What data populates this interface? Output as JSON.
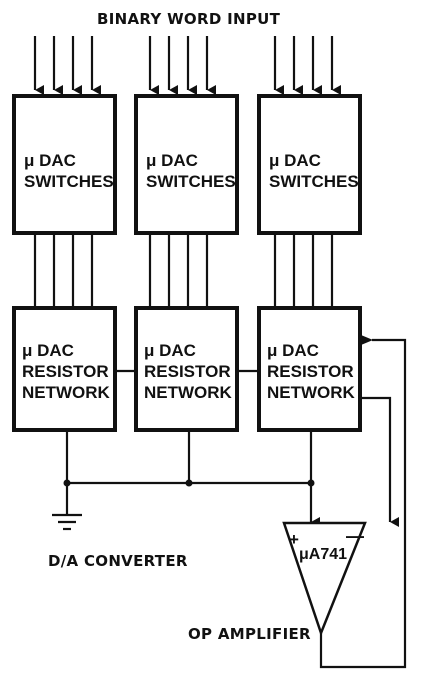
{
  "labels": {
    "input": "BINARY WORD INPUT",
    "converter": "D/A CONVERTER",
    "amplifier": "OP AMPLIFIER",
    "opamp_part": "μA741",
    "plus": "+",
    "minus": "—"
  },
  "switch_blocks": [
    {
      "line1": "μ DAC",
      "line2": "SWITCHES"
    },
    {
      "line1": "μ DAC",
      "line2": "SWITCHES"
    },
    {
      "line1": "μ DAC",
      "line2": "SWITCHES"
    }
  ],
  "resistor_blocks": [
    {
      "line1": "μ DAC",
      "line2": "RESISTOR",
      "line3": "NETWORK"
    },
    {
      "line1": "μ DAC",
      "line2": "RESISTOR",
      "line3": "NETWORK"
    },
    {
      "line1": "μ DAC",
      "line2": "RESISTOR",
      "line3": "NETWORK"
    }
  ],
  "colors": {
    "ink": "#111111",
    "background": "#ffffff"
  }
}
